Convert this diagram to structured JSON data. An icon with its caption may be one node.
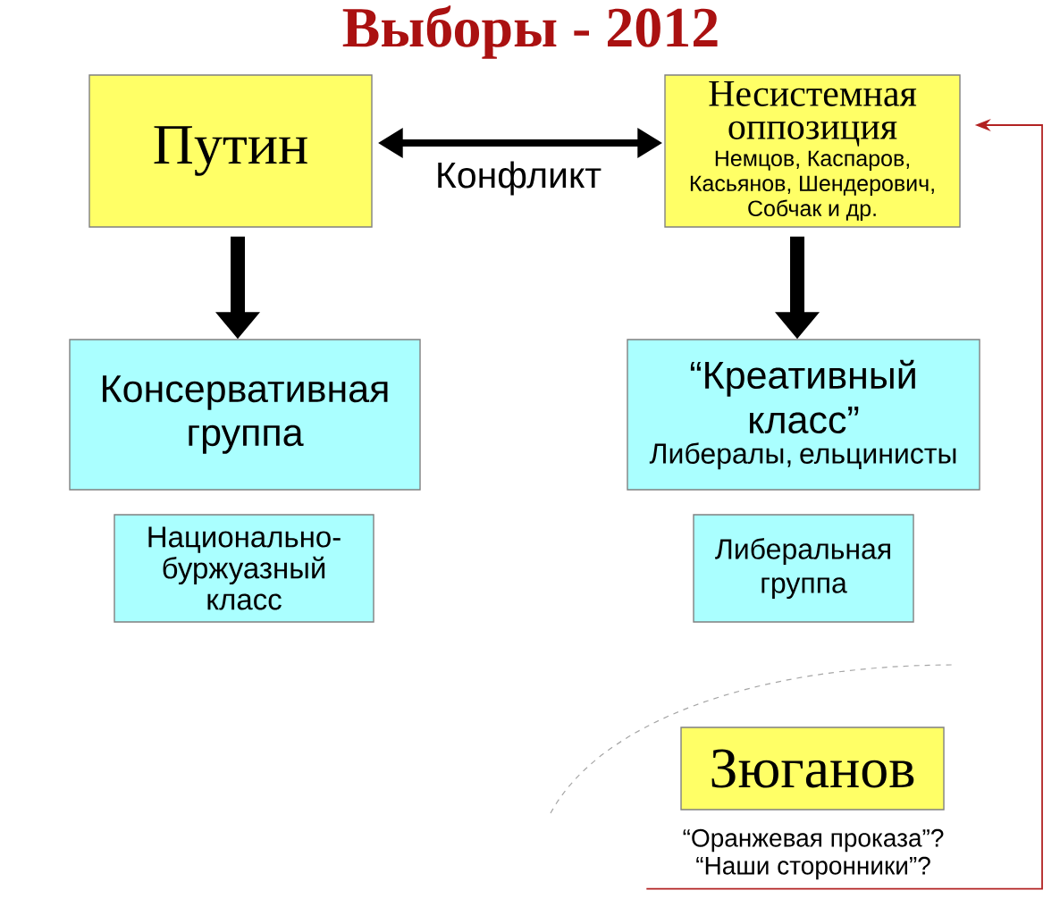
{
  "diagram": {
    "title": "Выборы - 2012",
    "nodes": [
      {
        "text": [
          "Путин"
        ]
      },
      {
        "text": [
          "Несистемная оппозиция",
          "Немцов, Каспаров, Касьянов, Шендерович, Собчак и др."
        ]
      },
      {
        "text": [
          "Консервативная группа"
        ]
      },
      {
        "text": [
          "“Креативный класс”",
          "Либералы, ельцинисты"
        ]
      },
      {
        "text": [
          "Национально-буржуазный класс"
        ]
      },
      {
        "text": [
          "Либеральная группа"
        ]
      },
      {
        "text": [
          "Зюганов"
        ],
        "beside": [
          "“Оранжевая проказа”?",
          "“Наши сторонники”?"
        ]
      }
    ],
    "edges": [
      {
        "from": 0,
        "to": 1,
        "arrow": "both",
        "label": "Конфликт"
      },
      {
        "from": 0,
        "to": 2,
        "arrow": "to",
        "style": "thick"
      },
      {
        "from": 1,
        "to": 3,
        "arrow": "to",
        "style": "thick"
      },
      {
        "from": 6,
        "to": 1,
        "arrow": "to",
        "color": "#b22222"
      }
    ]
  }
}
